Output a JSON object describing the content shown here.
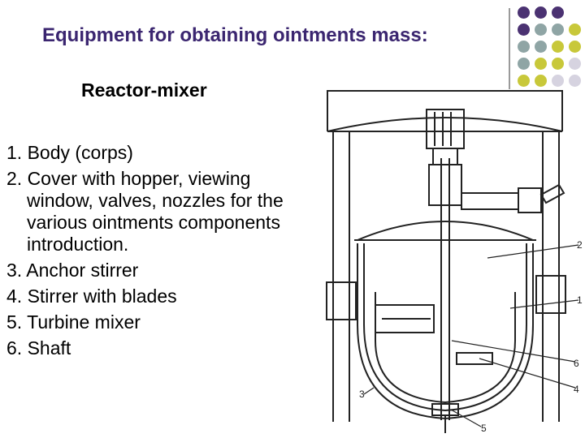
{
  "slide": {
    "title": "Equipment for obtaining ointments mass:",
    "subtitle": "Reactor-mixer",
    "items": [
      "1. Body (corps)",
      "2. Cover with hopper, viewing window, valves, nozzles for the various ointments components introduction.",
      "3. Anchor stirrer",
      "4. Stirrer with blades",
      "5. Turbine mixer",
      "6. Shaft"
    ]
  },
  "diagram": {
    "callouts": [
      "2",
      "1",
      "6",
      "4",
      "3",
      "5"
    ]
  },
  "colors": {
    "title": "#3b2670",
    "dot_purple": "#4b3272",
    "dot_teal": "#8fa5a5",
    "dot_olive": "#c8c83a",
    "dot_lavender": "#d6d3e0"
  }
}
